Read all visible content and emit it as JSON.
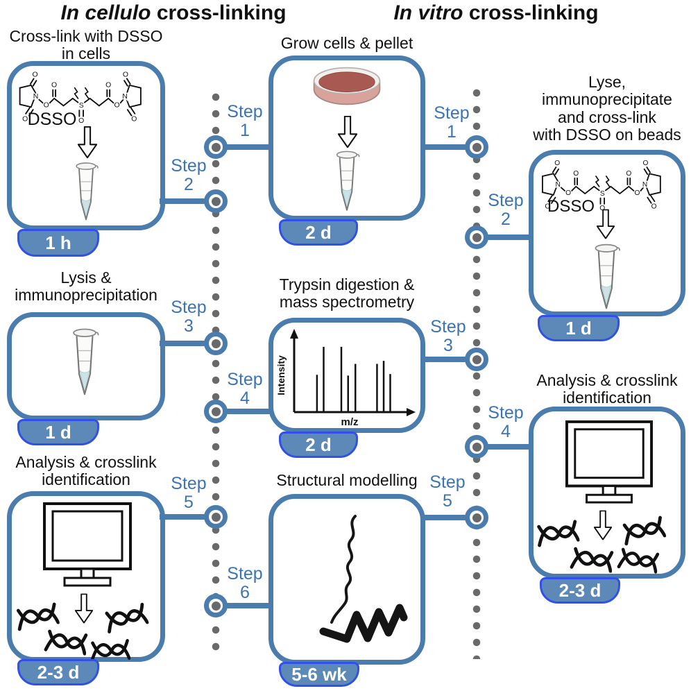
{
  "figure": {
    "headers": {
      "left_italic": "In cellulo",
      "left_rest": " cross-linking",
      "right_italic": "In vitro",
      "right_rest": " cross-linking"
    }
  },
  "left_column": {
    "box1": {
      "title_line1": "Cross-link with DSSO",
      "title_line2": "in cells",
      "molecule_label": "DSSO",
      "badge": "1 h"
    },
    "box2": {
      "title_line1": "Lysis &",
      "title_line2": "immunoprecipitation",
      "badge": "1 d"
    },
    "box3": {
      "title_line1": "Analysis & crosslink",
      "title_line2": "identification",
      "badge": "2-3 d"
    }
  },
  "middle_column": {
    "box1": {
      "title": "Grow cells & pellet",
      "badge": "2 d"
    },
    "box2": {
      "title_line1": "Trypsin digestion &",
      "title_line2": "mass spectrometry",
      "badge": "2 d",
      "spectrum": {
        "type": "mass-spectrum-sketch",
        "ylabel": "Intensity",
        "xlabel": "m/z",
        "peaks": [
          {
            "x": 0.166,
            "h": 0.48
          },
          {
            "x": 0.23,
            "h": 0.84
          },
          {
            "x": 0.4,
            "h": 0.84
          },
          {
            "x": 0.465,
            "h": 0.47
          },
          {
            "x": 0.535,
            "h": 0.62
          },
          {
            "x": 0.743,
            "h": 0.62
          },
          {
            "x": 0.807,
            "h": 0.66
          },
          {
            "x": 0.87,
            "h": 0.49
          }
        ]
      }
    },
    "box3": {
      "title": "Structural modelling",
      "badge": "5-6 wk"
    }
  },
  "right_column": {
    "box1": {
      "title_line1": "Lyse,",
      "title_line2": "immunoprecipitate",
      "title_line3": "and cross-link",
      "title_line4": "with DSSO on beads",
      "molecule_label": "DSSO",
      "badge": "1 d"
    },
    "box2": {
      "title_line1": "Analysis & crosslink",
      "title_line2": "identification",
      "badge": "2-3 d"
    }
  },
  "steps": {
    "left": [
      {
        "label": "Step",
        "num": "1"
      },
      {
        "label": "Step",
        "num": "2"
      },
      {
        "label": "Step",
        "num": "3"
      },
      {
        "label": "Step",
        "num": "4"
      },
      {
        "label": "Step",
        "num": "5"
      },
      {
        "label": "Step",
        "num": "6"
      }
    ],
    "right": [
      {
        "label": "Step",
        "num": "1"
      },
      {
        "label": "Step",
        "num": "2"
      },
      {
        "label": "Step",
        "num": "3"
      },
      {
        "label": "Step",
        "num": "4"
      },
      {
        "label": "Step",
        "num": "5"
      }
    ]
  },
  "molecule_atoms": {
    "N": "N",
    "O": "O",
    "S": "S"
  },
  "colors": {
    "box_border": "#4a7dad",
    "step_text": "#3b74b4",
    "badge_fill": "#5d89b8",
    "badge_border": "#3050e8",
    "badge_text": "#ffffff",
    "dot_gray": "#696969",
    "media_red": "#a85a52",
    "dish_pink": "#d9a29b",
    "tube_liquid": "#cbe2e6"
  }
}
